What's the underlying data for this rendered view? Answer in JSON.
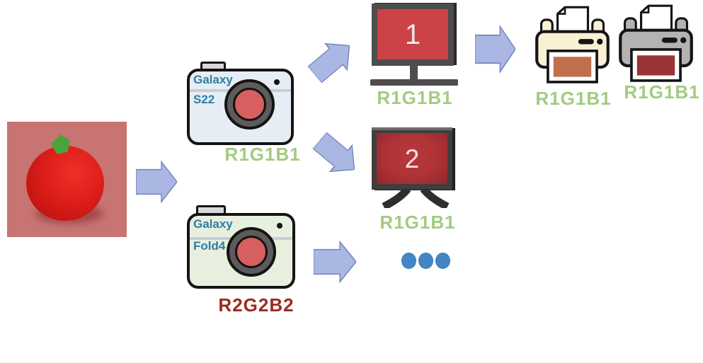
{
  "figure": {
    "type": "color-reproduction-pipeline-diagram",
    "background": "#ffffff"
  },
  "source": {
    "description": "red tomato on dusty-rose square",
    "background_color": "#c87473",
    "fruit_color": "#dc1d1a",
    "leaf_color": "#4ea23c"
  },
  "arrows": {
    "fill": "#a9b7e2",
    "stroke": "#7485c0"
  },
  "cameras": [
    {
      "brand_line1": "Galaxy",
      "brand_line2": "S22",
      "brand_color": "#2e7ea6",
      "body_color": "#e6edf4",
      "lens_color": "#d75f5f",
      "label": "R1G1B1",
      "label_color": "#a3cb81"
    },
    {
      "brand_line1": "Galaxy",
      "brand_line2": "Fold4",
      "brand_color": "#2e7ea6",
      "body_color": "#e7efde",
      "lens_color": "#d75f5f",
      "label": "R2G2B2",
      "label_color": "#9c2a20"
    }
  ],
  "displays": [
    {
      "kind": "monitor",
      "number": "1",
      "screen_color": "#cc4347",
      "label": "R1G1B1",
      "label_color": "#a3cb81"
    },
    {
      "kind": "tv",
      "number": "2",
      "screen_color": "#b23438",
      "label": "R1G1B1",
      "label_color": "#a3cb81"
    }
  ],
  "printers": [
    {
      "body_color": "#faf0d4",
      "print_color": "#bf6e4e",
      "label": "R1G1B1",
      "label_color": "#a3cb81"
    },
    {
      "body_color": "#b5b3b1",
      "print_color": "#9a3436",
      "label": "R1G1B1",
      "label_color": "#a3cb81"
    }
  ],
  "ellipsis": {
    "dot_count": 3,
    "dot_color": "#4286c6"
  }
}
